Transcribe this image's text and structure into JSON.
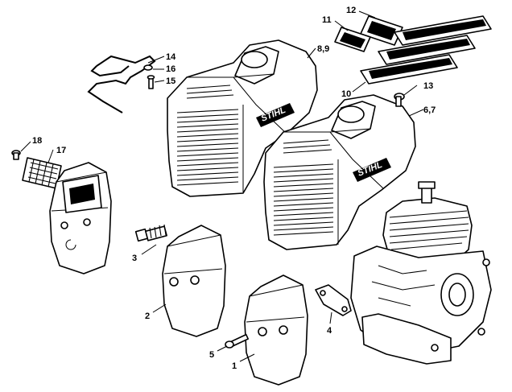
{
  "diagram": {
    "brand_mark": "STIHL",
    "callouts": [
      {
        "id": "c1",
        "label": "1"
      },
      {
        "id": "c2",
        "label": "2"
      },
      {
        "id": "c3",
        "label": "3"
      },
      {
        "id": "c4",
        "label": "4"
      },
      {
        "id": "c5",
        "label": "5"
      },
      {
        "id": "c67",
        "label": "6,7"
      },
      {
        "id": "c89",
        "label": "8,9"
      },
      {
        "id": "c10",
        "label": "10"
      },
      {
        "id": "c11",
        "label": "11"
      },
      {
        "id": "c12",
        "label": "12"
      },
      {
        "id": "c13",
        "label": "13"
      },
      {
        "id": "c14",
        "label": "14"
      },
      {
        "id": "c15",
        "label": "15"
      },
      {
        "id": "c16",
        "label": "16"
      },
      {
        "id": "c17",
        "label": "17"
      },
      {
        "id": "c18",
        "label": "18"
      }
    ]
  }
}
